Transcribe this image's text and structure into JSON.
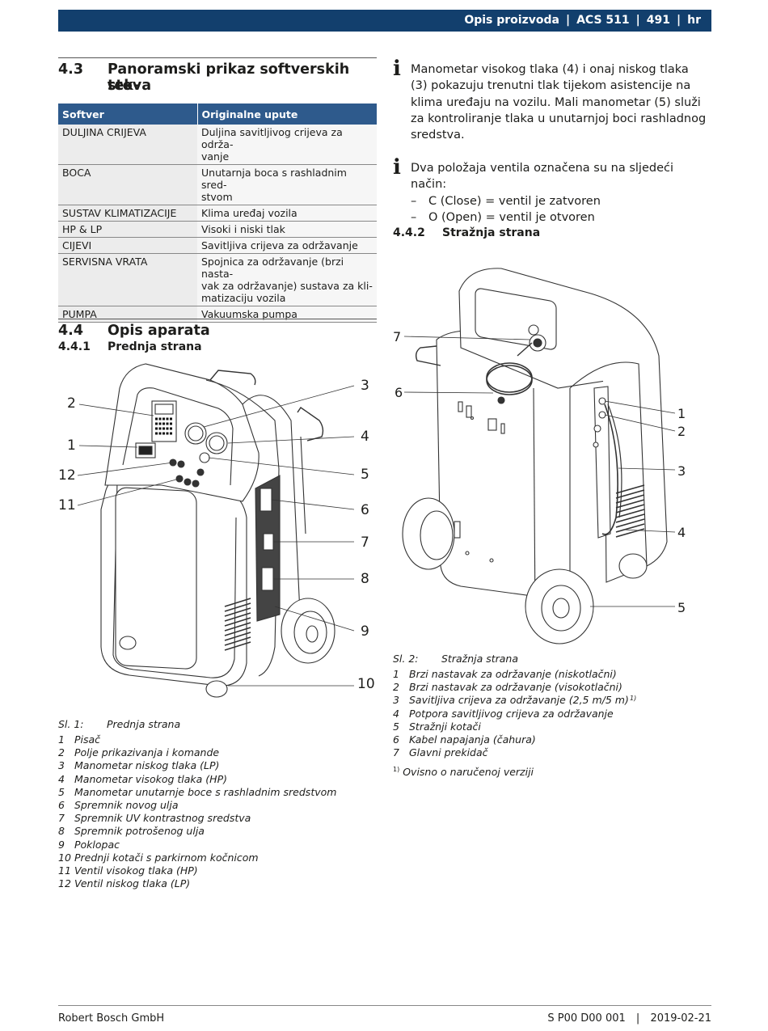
{
  "header": {
    "section": "Opis proizvoda",
    "product": "ACS 511",
    "page": "491",
    "lang": "hr"
  },
  "sec43": {
    "num": "4.3",
    "title_line1": "Panoramski prikaz softverskih tek-",
    "title_line2": "stova",
    "table": {
      "headers": [
        "Softver",
        "Originalne upute"
      ],
      "rows": [
        {
          "sw": "DULJINA CRIJEVA",
          "orig": [
            "Duljina savitljivog crijeva za održa-",
            "vanje"
          ]
        },
        {
          "sw": "BOCA",
          "orig": [
            "Unutarnja boca s rashladnim sred-",
            "stvom"
          ]
        },
        {
          "sw": "SUSTAV KLIMATIZACIJE",
          "orig": [
            "Klima uređaj vozila"
          ]
        },
        {
          "sw": "HP & LP",
          "orig": [
            "Visoki i niski tlak"
          ]
        },
        {
          "sw": "CIJEVI",
          "orig": [
            "Savitljiva crijeva za održavanje"
          ]
        },
        {
          "sw": "SERVISNA VRATA",
          "orig": [
            "Spojnica za održavanje (brzi nasta-",
            "vak za održavanje) sustava za kli-",
            "matizaciju vozila"
          ]
        },
        {
          "sw": "PUMPA",
          "orig": [
            "Vakuumska pumpa"
          ]
        }
      ]
    }
  },
  "sec44": {
    "num": "4.4",
    "title": "Opis aparata",
    "sub_num": "4.4.1",
    "sub_title": "Prednja strana"
  },
  "fig1": {
    "callouts": [
      "1",
      "2",
      "3",
      "4",
      "5",
      "6",
      "7",
      "8",
      "9",
      "10",
      "11",
      "12"
    ],
    "caption_label": "Sl. 1:",
    "caption_title": "Prednja strana",
    "items": [
      {
        "n": "1",
        "t": "Pisač"
      },
      {
        "n": "2",
        "t": "Polje prikazivanja i komande"
      },
      {
        "n": "3",
        "t": "Manometar niskog tlaka (LP)"
      },
      {
        "n": "4",
        "t": "Manometar visokog tlaka (HP)"
      },
      {
        "n": "5",
        "t": "Manometar unutarnje boce s rashladnim sredstvom"
      },
      {
        "n": "6",
        "t": "Spremnik novog ulja"
      },
      {
        "n": "7",
        "t": "Spremnik UV kontrastnog sredstva"
      },
      {
        "n": "8",
        "t": "Spremnik potrošenog ulja"
      },
      {
        "n": "9",
        "t": "Poklopac"
      },
      {
        "n": "10",
        "t": "Prednji kotači s parkirnom kočnicom"
      },
      {
        "n": "11",
        "t": "Ventil visokog tlaka (HP)"
      },
      {
        "n": "12",
        "t": "Ventil niskog tlaka (LP)"
      }
    ]
  },
  "notes": {
    "note1": [
      "Manometar visokog tlaka (4) i onaj niskog tlaka",
      "(3) pokazuju trenutni tlak tijekom asistencije na",
      "klima uređaju na vozilu. Mali manometar (5) služi",
      "za kontroliranje tlaka u unutarnjoj boci rashladnog",
      "sredstva."
    ],
    "note2": "Dva položaja ventila označena su na sljedeći način:",
    "note2_items": [
      "C (Close) = ventil je zatvoren",
      "O (Open) = ventil je otvoren"
    ],
    "dash": "–"
  },
  "sec442": {
    "num": "4.4.2",
    "title": "Stražnja strana"
  },
  "fig2": {
    "callouts": [
      "1",
      "2",
      "3",
      "4",
      "5",
      "6",
      "7"
    ],
    "caption_label": "Sl. 2:",
    "caption_title": "Stražnja strana",
    "items": [
      {
        "n": "1",
        "t": "Brzi nastavak za održavanje (niskotlačni)"
      },
      {
        "n": "2",
        "t": "Brzi nastavak za održavanje (visokotlačni)"
      },
      {
        "n": "3",
        "t": "Savitljiva crijeva za održavanje (2,5 m/5 m)",
        "sup": "1)"
      },
      {
        "n": "4",
        "t": "Potpora savitljivog crijeva za održavanje"
      },
      {
        "n": "5",
        "t": "Stražnji kotači"
      },
      {
        "n": "6",
        "t": "Kabel napajanja (čahura)"
      },
      {
        "n": "7",
        "t": "Glavni prekidač"
      }
    ],
    "footnote_mark": "1)",
    "footnote": "Ovisno o naručenoj verziji"
  },
  "footer": {
    "company": "Robert Bosch GmbH",
    "doc": "S P00 D00 001",
    "date": "2019-02-21"
  },
  "colors": {
    "header_bg": "#123f6d",
    "table_header_bg": "#2e5a8c"
  }
}
